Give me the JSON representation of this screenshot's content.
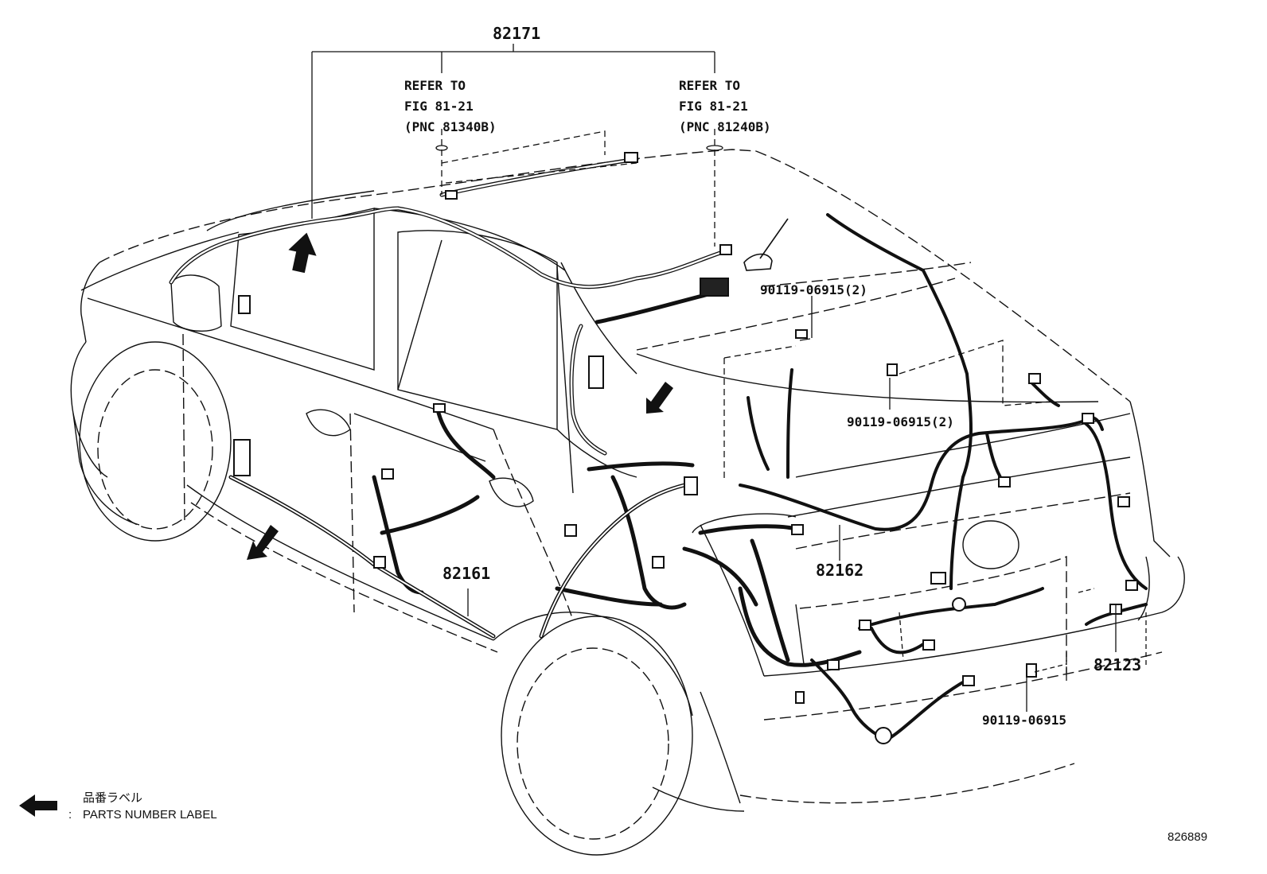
{
  "callouts": {
    "top_assembly": "82171",
    "floor_harness": "82161",
    "rear_harness": "82162",
    "back_door_harness": "82123",
    "bolt_roof": "90119-06915(2)",
    "bolt_rear": "90119-06915(2)",
    "bolt_lower": "90119-06915"
  },
  "refer_left": {
    "line1": "REFER TO",
    "line2": "FIG 81-21",
    "line3": "(PNC 81340B)"
  },
  "refer_right": {
    "line1": "REFER TO",
    "line2": "FIG 81-21",
    "line3": "(PNC 81240B)"
  },
  "legend": {
    "japanese": "品番ラベル",
    "colon": ":",
    "english": "PARTS NUMBER LABEL",
    "icon": "left-arrow-icon"
  },
  "figure_id": "826889",
  "colors": {
    "ink": "#111111",
    "background": "#ffffff"
  }
}
